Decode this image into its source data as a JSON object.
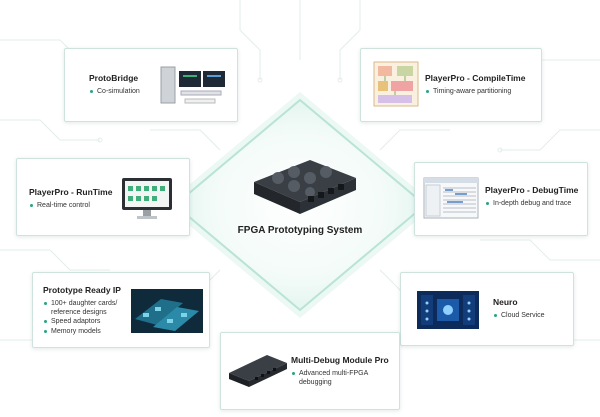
{
  "center": {
    "title": "FPGA Prototyping System"
  },
  "cards": {
    "protobridge": {
      "title": "ProtoBridge",
      "bullets": [
        "Co-simulation"
      ]
    },
    "compiletime": {
      "title": "PlayerPro - CompileTime",
      "bullets": [
        "Timing-aware partitioning"
      ]
    },
    "runtime": {
      "title": "PlayerPro - RunTime",
      "bullets": [
        "Real-time control"
      ]
    },
    "debugtime": {
      "title": "PlayerPro - DebugTime",
      "bullets": [
        "In-depth debug and trace"
      ]
    },
    "readyip": {
      "title": "Prototype Ready IP",
      "bullets": [
        "100+ daughter cards/ reference designs",
        "Speed adaptors",
        "Memory models"
      ]
    },
    "neuro": {
      "title": "Neuro",
      "bullets": [
        "Cloud Service"
      ]
    },
    "multidebug": {
      "title": "Multi-Debug Module Pro",
      "bullets": [
        "Advanced multi-FPGA debugging"
      ]
    }
  },
  "colors": {
    "accent": "#22a783",
    "diamond_border": "#b9e3d6",
    "circuit": "#dcebe7"
  }
}
